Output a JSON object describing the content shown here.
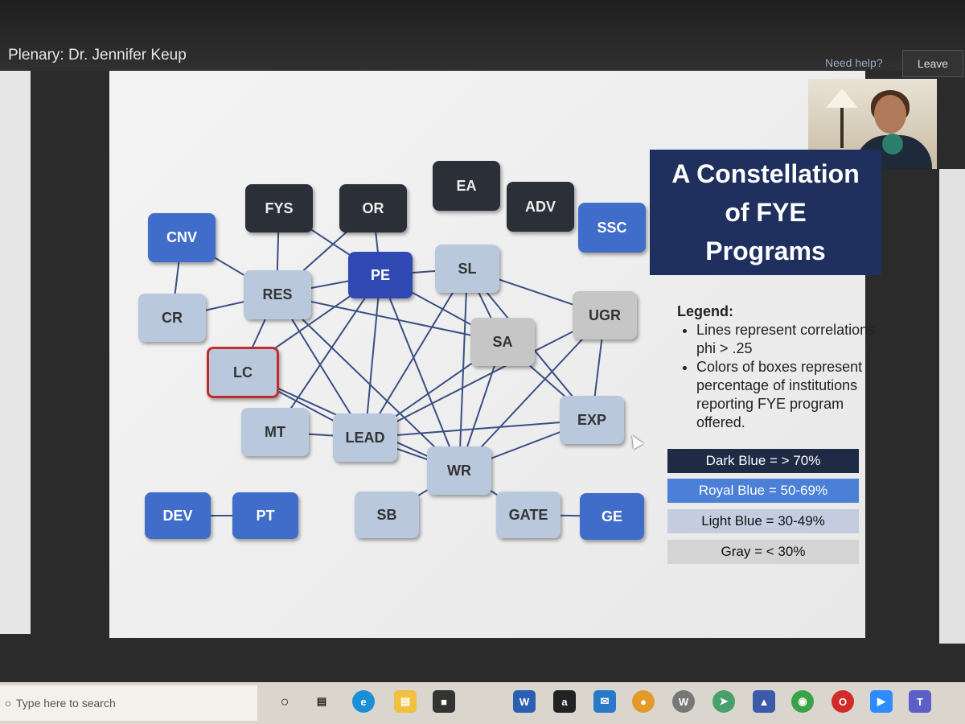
{
  "window": {
    "title": "Plenary: Dr. Jennifer Keup",
    "help": "Need help?",
    "leave": "Leave"
  },
  "slide": {
    "title_lines": [
      "A Constellation",
      "of FYE",
      "Programs"
    ],
    "legend": {
      "heading": "Legend:",
      "bullets": [
        "Lines represent correlations phi > .25",
        "Colors of boxes represent percentage of institutions reporting FYE program offered."
      ]
    },
    "key": {
      "dark": "Dark Blue = > 70%",
      "royal": "Royal Blue = 50-69%",
      "light": "Light Blue = 30-49%",
      "gray": "Gray = < 30%"
    }
  },
  "nodes": {
    "EA": "EA",
    "ADV": "ADV",
    "FYS": "FYS",
    "OR": "OR",
    "SSC": "SSC",
    "CNV": "CNV",
    "PE": "PE",
    "SL": "SL",
    "RES": "RES",
    "CR": "CR",
    "UGR": "UGR",
    "SA": "SA",
    "LC": "LC",
    "MT": "MT",
    "LEAD": "LEAD",
    "EXP": "EXP",
    "WR": "WR",
    "DEV": "DEV",
    "PT": "PT",
    "SB": "SB",
    "GATE": "GATE",
    "GE": "GE"
  },
  "colors": {
    "dark": "#2a2f38",
    "royal": "#3f6dc9",
    "light": "#b9c8dd",
    "gray": "#c6c6c6",
    "title": "#1f2f5e"
  },
  "taskbar": {
    "search_placeholder": "Type here to search",
    "icons": [
      "cortana-icon",
      "task-view-icon",
      "edge-icon",
      "file-explorer-icon",
      "store-icon",
      "word-icon",
      "amazon-icon",
      "mail-icon",
      "app-icon",
      "wordpress-icon",
      "app-icon",
      "app-icon",
      "chrome-icon",
      "opera-icon",
      "zoom-icon",
      "teams-icon"
    ]
  }
}
